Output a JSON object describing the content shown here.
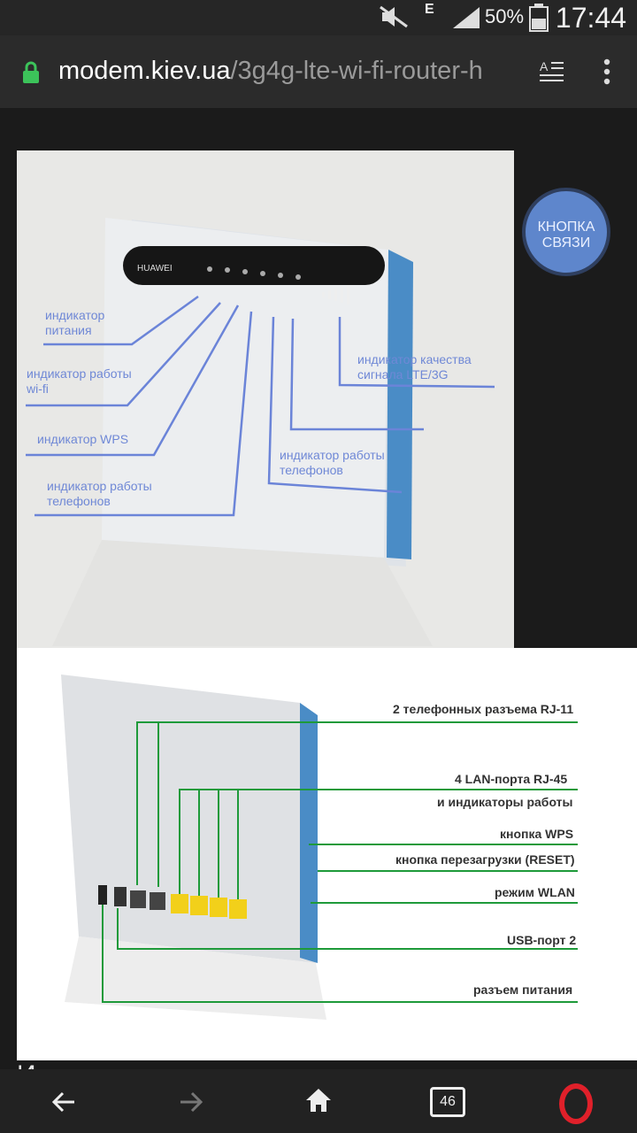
{
  "status": {
    "net_label": "E",
    "battery": "50%",
    "time": "17:44"
  },
  "browser": {
    "url_host": "modem.kiev.ua",
    "url_path": "/3g4g-lte-wi-fi-router-h",
    "tabs_count": "46"
  },
  "call_button": "КНОПКА СВЯЗИ",
  "front_labels": [
    "индикатор\nпитания",
    "индикатор работы\nwi-fi",
    "индикатор WPS",
    "индикатор работы\nтелефонов",
    "индикатор качества\nсигнала LTE/3G",
    "индикатор работы\nтелефонов"
  ],
  "back_labels": [
    "2 телефонных разъема RJ-11",
    "4  LAN-порта RJ-45",
    "и индикаторы работы",
    "кнопка WPS",
    "кнопка перезагрузки (RESET)",
    "режим WLAN",
    "USB-порт 2",
    "разъем питания"
  ],
  "router_brand": "HUAWEI",
  "bottom_text": "И"
}
